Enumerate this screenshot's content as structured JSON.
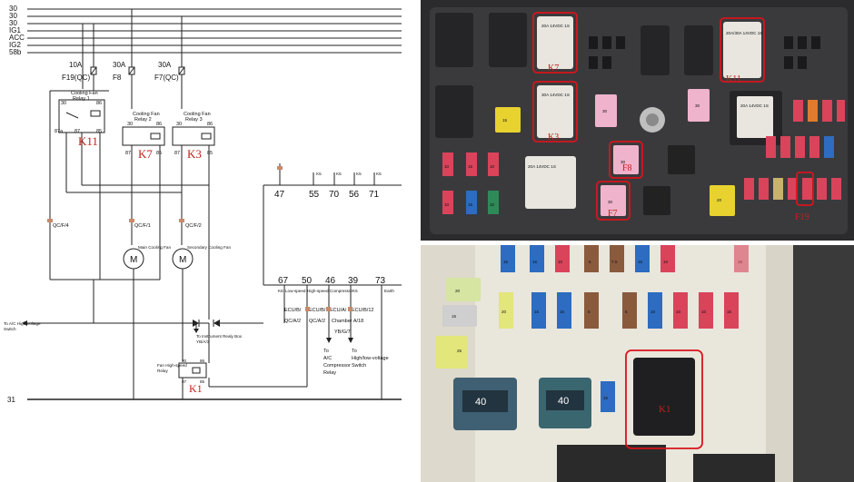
{
  "bus_lines": [
    "30",
    "30",
    "30",
    "IG1",
    "ACC",
    "IG2",
    "58b"
  ],
  "ground_line": "31",
  "fuses": [
    {
      "rating": "10A",
      "name": "F19(QC)"
    },
    {
      "rating": "30A",
      "name": "F8"
    },
    {
      "rating": "30A",
      "name": "F7(QC)"
    }
  ],
  "relays": [
    {
      "line1": "Cooling Fan",
      "line2": "Relay 1",
      "pins": [
        "30",
        "86",
        "87a",
        "87",
        "85"
      ],
      "tag": "K11"
    },
    {
      "line1": "Cooling Fan",
      "line2": "Relay 2",
      "pins": [
        "30",
        "86",
        "87",
        "85"
      ],
      "tag": "K7"
    },
    {
      "line1": "Cooling Fan",
      "line2": "Relay 3",
      "pins": [
        "30",
        "86",
        "87",
        "85"
      ],
      "tag": "K3"
    }
  ],
  "connectors": [
    "QC/F/4",
    "QC/F/1",
    "QC/F/2"
  ],
  "motor_symbol": "M",
  "fans": [
    "Main Cooling Fan",
    "Secondary Cooling Fan"
  ],
  "ecu_pins_top": [
    "47",
    "55",
    "70",
    "56",
    "71"
  ],
  "ecu_pin_small": [
    "K5",
    "K5",
    "K5",
    "K5"
  ],
  "ecu_pins_bottom": [
    "67",
    "50",
    "46",
    "39",
    "73"
  ],
  "ecu_small_labels": [
    "K6",
    "Low-speed",
    "High-speed",
    "Compressor",
    "K5",
    "Earth"
  ],
  "ecu_conn_row1": [
    "ECU/B/",
    "ECU/B/",
    "ECU/A/",
    "ECU/B/12"
  ],
  "ecu_conn_row2": [
    "QC/A/2",
    "QC/A/2",
    "Chamber A/18"
  ],
  "ecu_conn_row3": [
    "YB/G/7"
  ],
  "left_dest": [
    "To A/C High-voltage",
    "Switch"
  ],
  "instrument_dest": [
    "To Instrument Realy Box",
    "YB/A/3"
  ],
  "compressor_dest": [
    "To",
    "A/C",
    "Compressor",
    "Relay"
  ],
  "switch_dest": [
    "To",
    "High/low-voltage",
    "Switch"
  ],
  "fhs_relay": {
    "line1": "Fan High-speed",
    "line2": "Relay",
    "pins": [
      "30",
      "86",
      "87",
      "85"
    ],
    "tag": "K1"
  },
  "photo_top": {
    "relays_left": [
      "20A 14VDC 1S",
      "30A 14VDC 1S"
    ],
    "relay_k11": "20A/30A 14VDC 1S",
    "relay_center_text": "20A 14VDC 1S",
    "relay_right_text": "20A 14VDC 1S",
    "fuse_values": [
      "10",
      "15",
      "10",
      "30",
      "30",
      "20",
      "30",
      "15",
      "10",
      "10",
      "15",
      "30"
    ],
    "labels": [
      "K7",
      "K3",
      "K11",
      "F8",
      "F7",
      "F19"
    ]
  },
  "photo_bottom": {
    "fuse_values": [
      "15",
      "10",
      "15",
      "5",
      "7.5",
      "15",
      "10",
      "20",
      "15",
      "20",
      "5",
      "15",
      "15",
      "5",
      "10",
      "10",
      "10",
      "15",
      "15",
      "25",
      "40",
      "40",
      "15"
    ],
    "labels": [
      "K1"
    ]
  },
  "colors": {
    "highlight": "#d8141b",
    "annotation": "#c0211b"
  }
}
